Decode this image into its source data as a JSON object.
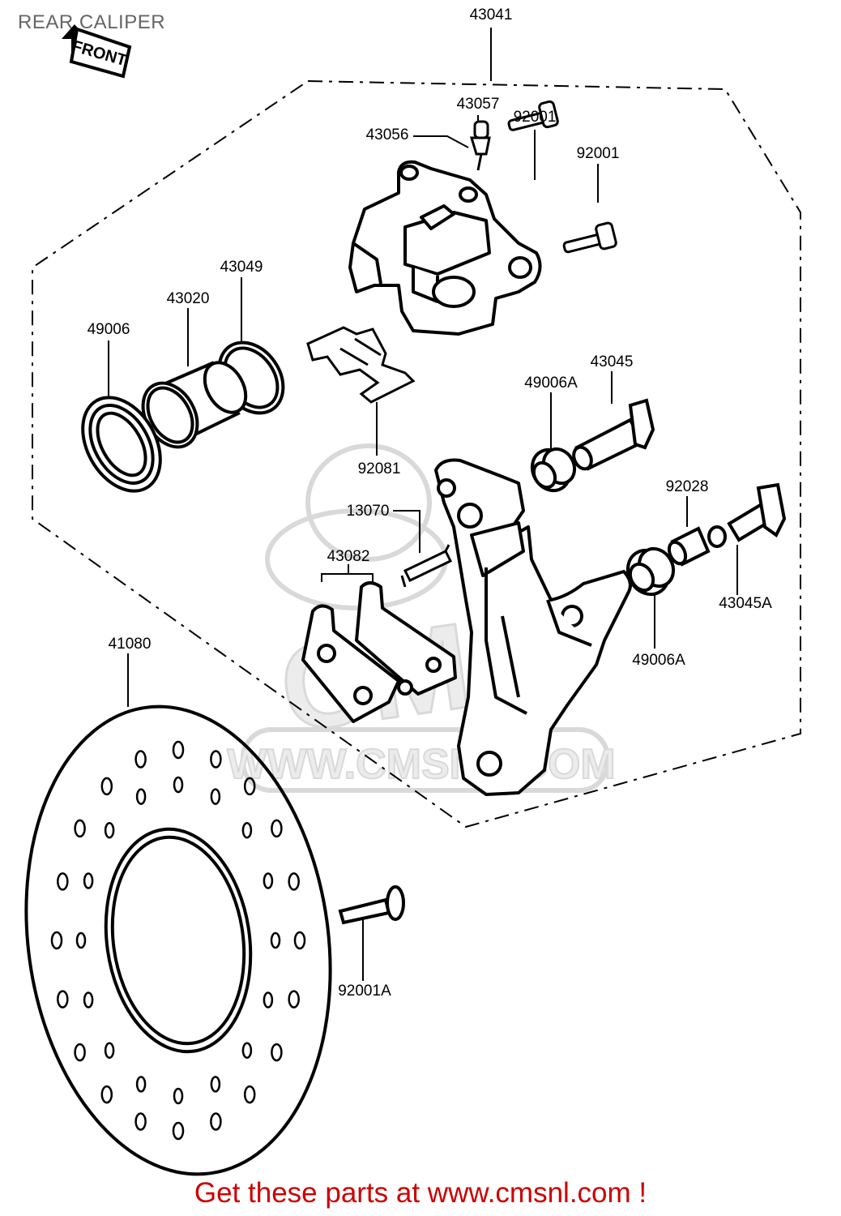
{
  "page": {
    "title": "REAR CALIPER",
    "footer": "Get these parts at www.cmsnl.com !"
  },
  "colors": {
    "line": "#000000",
    "footer": "#cc0000",
    "title": "#666666",
    "watermark": "#d9d9d9"
  },
  "front_badge": {
    "text": "FRONT",
    "icon": "arrow-icon"
  },
  "watermark": {
    "brand": "CMS",
    "url": "WWW.CMSNL.COM"
  },
  "parts": [
    {
      "id": "43041"
    },
    {
      "id": "43057"
    },
    {
      "id": "43056"
    },
    {
      "id": "92001"
    },
    {
      "id": "92001"
    },
    {
      "id": "43049"
    },
    {
      "id": "43020"
    },
    {
      "id": "49006"
    },
    {
      "id": "43045"
    },
    {
      "id": "49006A"
    },
    {
      "id": "92081"
    },
    {
      "id": "92028"
    },
    {
      "id": "13070"
    },
    {
      "id": "43082"
    },
    {
      "id": "43045A"
    },
    {
      "id": "49006A"
    },
    {
      "id": "41080"
    },
    {
      "id": "92001A"
    }
  ]
}
